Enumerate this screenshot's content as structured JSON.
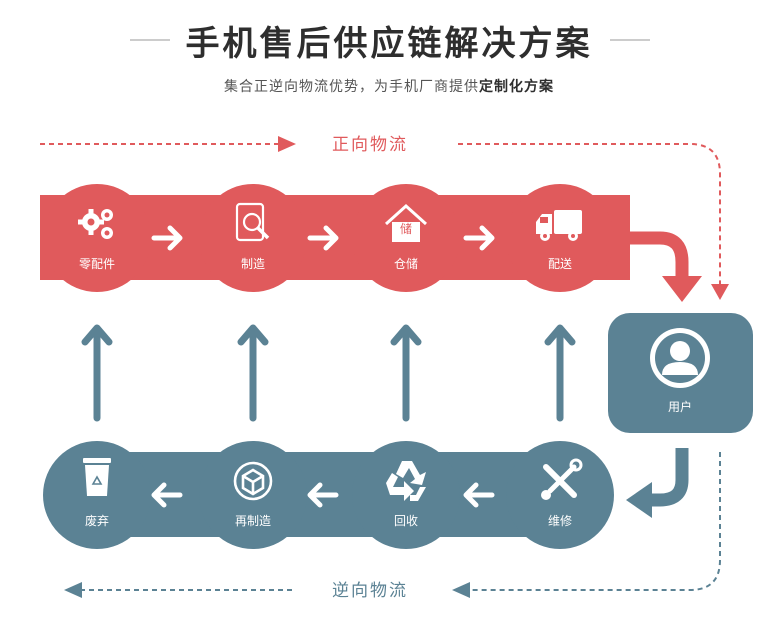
{
  "title": "手机售后供应链解决方案",
  "subtitle_prefix": "集合正逆向物流优势，为手机厂商提供",
  "subtitle_bold": "定制化方案",
  "forward_flow": {
    "label": "正向物流",
    "color": "#e05a5c",
    "nodes": [
      {
        "label": "零配件",
        "icon": "gears-icon"
      },
      {
        "label": "制造",
        "icon": "tablet-search-icon"
      },
      {
        "label": "仓储",
        "icon": "warehouse-icon",
        "icon_text": "储"
      },
      {
        "label": "配送",
        "icon": "truck-icon"
      }
    ]
  },
  "user": {
    "label": "用户",
    "icon": "user-icon",
    "color": "#5b8294"
  },
  "reverse_flow": {
    "label": "逆向物流",
    "color": "#5b8294",
    "nodes": [
      {
        "label": "废弃",
        "icon": "recycle-bin-icon"
      },
      {
        "label": "再制造",
        "icon": "cube-icon"
      },
      {
        "label": "回收",
        "icon": "recycle-icon"
      },
      {
        "label": "维修",
        "icon": "tools-icon"
      }
    ]
  }
}
